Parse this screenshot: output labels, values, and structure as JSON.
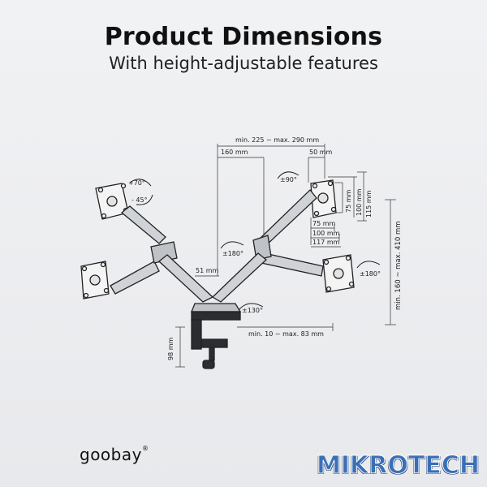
{
  "header": {
    "title": "Product Dimensions",
    "subtitle": "With height-adjustable features"
  },
  "dimensions": {
    "arm_span": "min. 225 ~ max. 290 mm",
    "arm_length": "160 mm",
    "arm_offset": "50 mm",
    "column_width": "51 mm",
    "clamp_height": "98 mm",
    "clamp_range": "min. 10 ~ max. 83 mm",
    "height_range": "min. 160 ~ max. 410 mm",
    "vesa_75_h": "75 mm",
    "vesa_100_h": "100 mm",
    "vesa_115_h": "115 mm",
    "vesa_75_w": "75 mm",
    "vesa_100_w": "100 mm",
    "vesa_117_w": "117 mm"
  },
  "rotations": {
    "tilt_up": "+70°",
    "tilt_down": "- 45°",
    "swivel_90": "±90°",
    "swivel_180_left": "±180°",
    "swivel_180_right": "±180°",
    "base_130": "±130°"
  },
  "brand": {
    "logo": "goobay",
    "trademark": "®",
    "watermark": "MIKROTECH"
  },
  "colors": {
    "line": "#222222",
    "arm": "#c9ccd1",
    "arm_dark": "#2b2d31",
    "watermark": "#3a6fb8"
  }
}
